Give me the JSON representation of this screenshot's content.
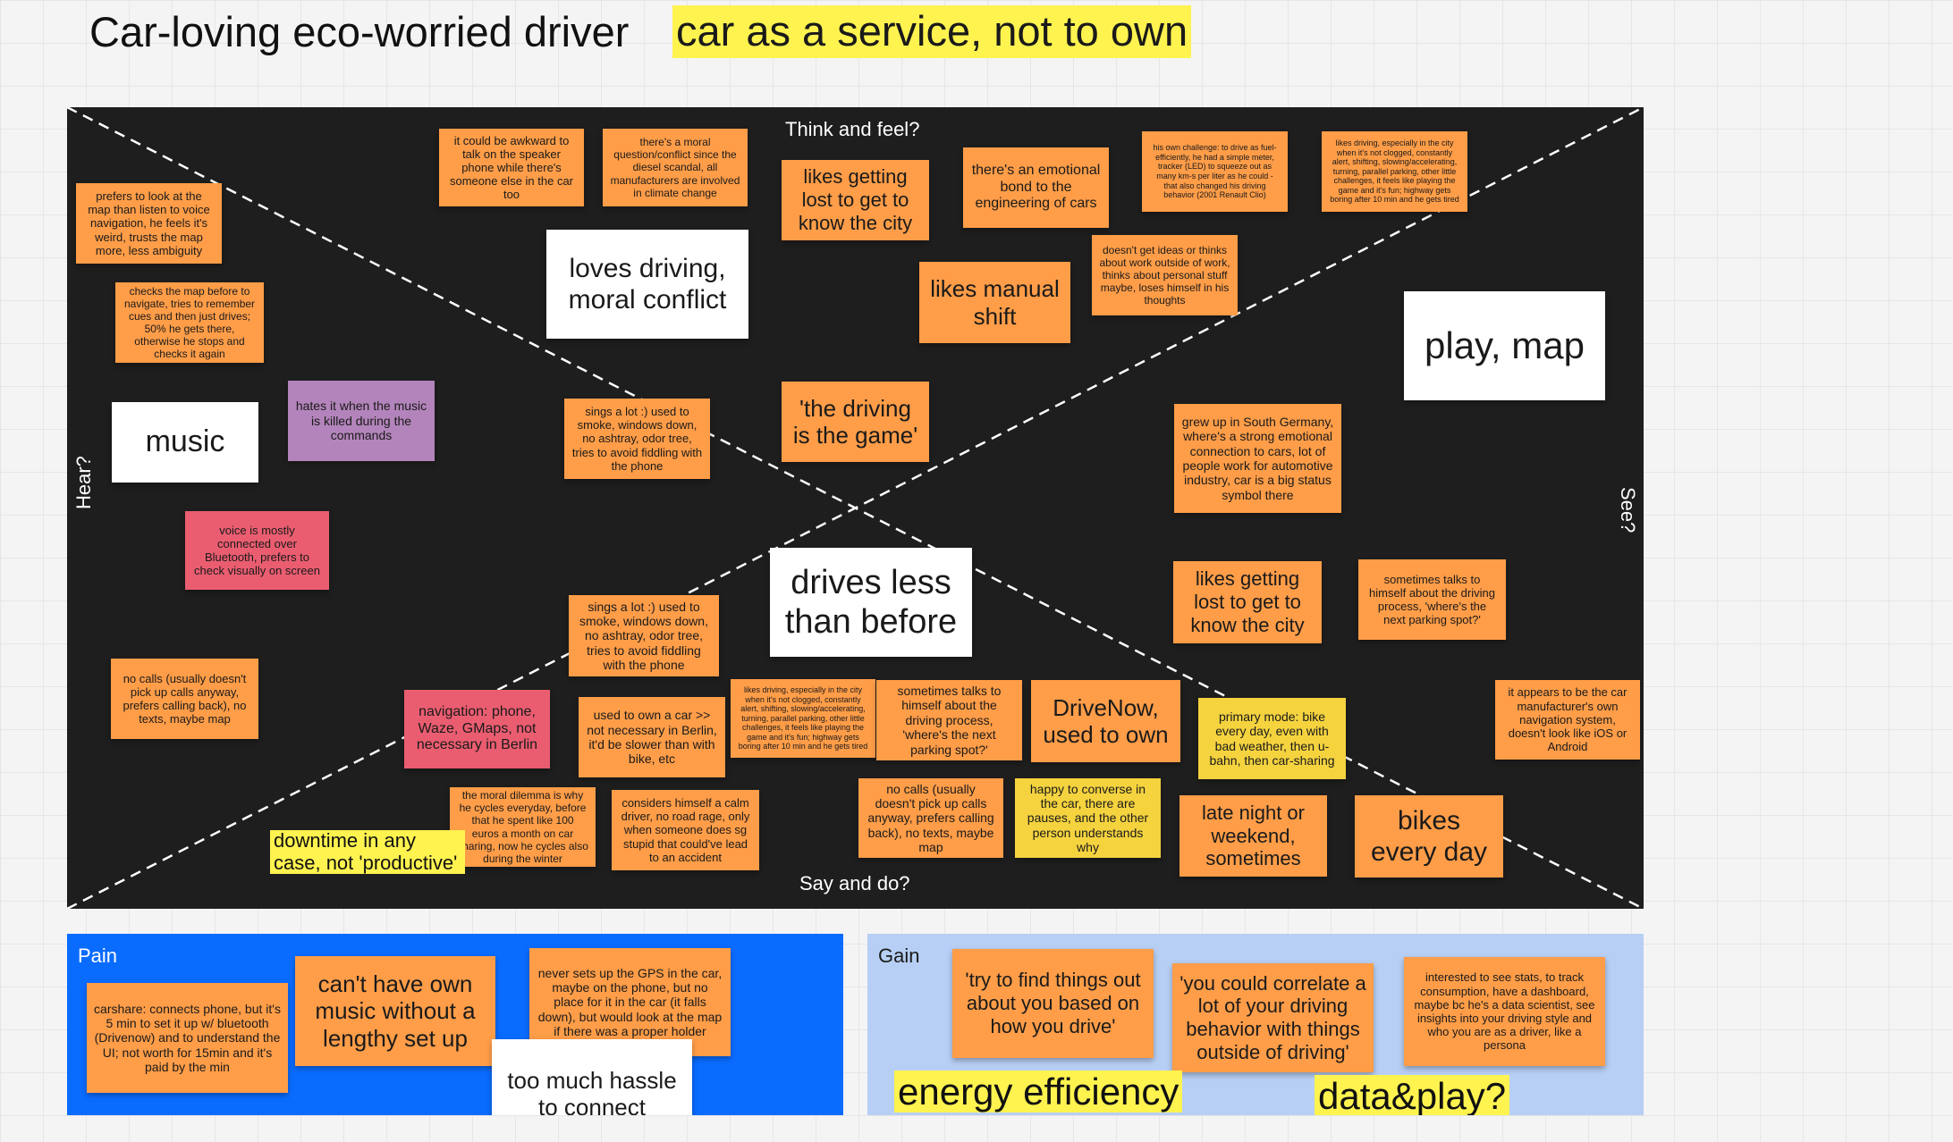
{
  "header": {
    "title": "Car-loving eco-worried driver",
    "tagline": "car as a service, not to own"
  },
  "axes": {
    "top": "Think and feel?",
    "bottom": "Say and do?",
    "left": "Hear?",
    "right": "See?"
  },
  "notes": {
    "awkward": "it could be awkward to talk on the speaker phone while there's someone else in the car too",
    "moral_question": "there's a moral question/conflict since the diesel scandal, all manufacturers are involved in climate change",
    "lost_city_top": "likes getting lost to get to know the city",
    "emotional_bond": "there's an emotional bond to the engineering of cars",
    "own_challenge": "his own challenge: to drive as fuel-efficiently, he had a simple meter, tracker (LED) to squeeze out as many km-s per liter as he could - that also changed his driving behavior (2001 Renault Clio)",
    "likes_driving_top": "likes driving, especially in the city when it's not clogged, constantly alert, shifting, slowing/accelerating, turning, parallel parking, other little challenges, it feels like playing the game and it's fun; highway gets boring after 10 min and he gets tired",
    "map_voice": "prefers to look at the map than listen to voice navigation, he feels it's weird, trusts the map more, less ambiguity",
    "loves_driving": "loves driving, moral conflict",
    "manual_shift": "likes manual shift",
    "no_ideas": "doesn't get ideas or thinks about work outside of work, thinks about personal stuff maybe, loses himself in his thoughts",
    "checks_map": "checks the map before to navigate, tries to remember cues and then just drives; 50% he gets there, otherwise he stops and checks it again",
    "play_map": "play, map",
    "music": "music",
    "hates_music": "hates it when the music is killed during the commands",
    "sings_top": "sings a lot :) used to smoke, windows down, no ashtray, odor tree, tries to avoid fiddling with the phone",
    "driving_game": "'the driving is the game'",
    "south_germany": "grew up in South Germany, where's a strong emotional connection to cars, lot of people work for automotive industry, car is a big status symbol there",
    "voice_bluetooth": "voice is mostly connected over Bluetooth, prefers to check visually on screen",
    "drives_less": "drives less than before",
    "lost_city_mid": "likes getting lost to get to know the city",
    "talks_himself_right": "sometimes talks to himself about the driving process, 'where's the next parking spot?'",
    "sings_bottom": "sings a lot :) used to smoke, windows down, no ashtray, odor tree, tries to avoid fiddling with the phone",
    "no_calls_left": "no calls (usually doesn't pick up calls anyway, prefers calling back), no texts, maybe map",
    "navigation_phone": "navigation: phone, Waze, GMaps, not necessary in Berlin",
    "used_to_own": "used to own a car >> not necessary in Berlin, it'd be slower than with bike, etc",
    "likes_driving_mid": "likes driving, especially in the city when it's not clogged, constantly alert, shifting, slowing/accelerating, turning, parallel parking, other little challenges, it feels like playing the game and it's fun; highway gets boring after 10 min and he gets tired",
    "talks_himself_mid": "sometimes talks to himself about the driving process, 'where's the next parking spot?'",
    "drivenow": "DriveNow, used to own",
    "primary_mode": "primary mode: bike every day, even with bad weather, then u-bahn, then car-sharing",
    "manufacturer_nav": "it appears to be the car manufacturer's own navigation system, doesn't look like iOS or Android",
    "moral_dilemma": "the moral dilemma is why he cycles everyday, before that he spent like 100 euros a month on car sharing, now he cycles also during the winter",
    "calm_driver": "considers himself a calm driver, no road rage, only when someone does sg stupid that could've lead to an accident",
    "no_calls_mid": "no calls (usually doesn't pick up calls anyway, prefers calling back), no texts, maybe map",
    "converse": "happy to converse in the car, there are pauses, and the other person understands why",
    "late_night": "late night or weekend, sometimes",
    "bikes": "bikes every day",
    "downtime": "downtime in any case, not 'productive'"
  },
  "pain": {
    "label": "Pain",
    "carshare": "carshare: connects phone, but it's 5 min to set it up w/ bluetooth (Drivenow) and to understand the UI; not worth for 15min and it's paid by the min",
    "music_setup": "can't have own music without a lengthy set up",
    "gps": "never sets up the GPS in the car, maybe on the phone, but no place for it in the car (it falls down), but would look at the map if there was a proper holder",
    "hassle": "too much hassle to connect"
  },
  "gain": {
    "label": "Gain",
    "find_things": "'try to find things out about you based on how you drive'",
    "correlate": "'you could correlate a lot of your driving behavior with things outside of driving'",
    "stats": "interested to see stats, to track consumption, have a dashboard, maybe bc he's a data scientist, see insights into your driving style and who you are as a driver, like a persona",
    "energy": "energy efficiency",
    "data_play": "data&play?"
  },
  "colors": {
    "board": "#1e1e1e",
    "orange": "#ff9d48",
    "purple": "#b384bb",
    "red": "#ea5d70",
    "yellow_note": "#f5d33f",
    "highlight": "#fff34f",
    "pain": "#0a6cff",
    "gain": "#b7cff4"
  }
}
